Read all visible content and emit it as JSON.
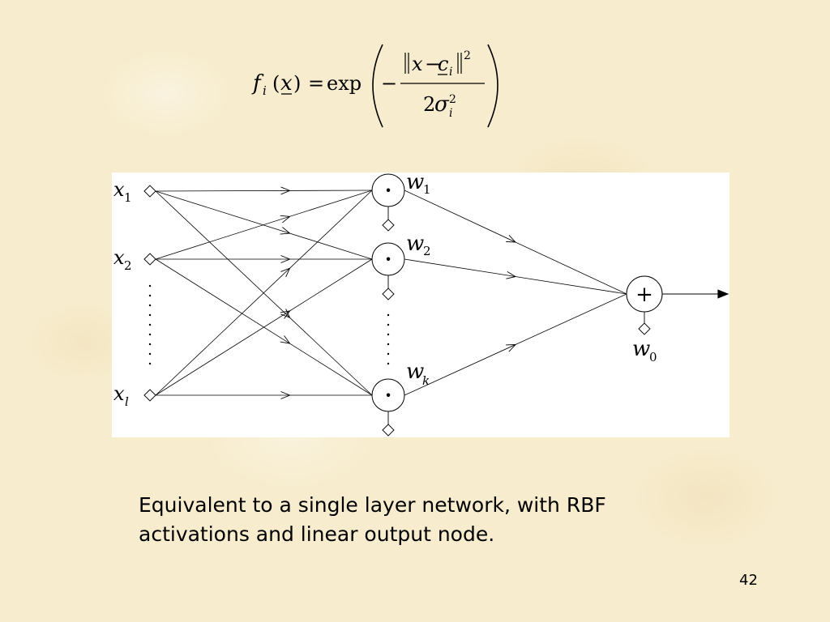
{
  "formula": {
    "lhs_f": "f",
    "lhs_sub": "i",
    "lhs_arg": "x",
    "equals": "=",
    "exp": "exp",
    "minus": "−",
    "num_var": "x",
    "num_minus": "−",
    "num_c": "c",
    "num_c_sub": "i",
    "num_power": "2",
    "den_coef": "2",
    "den_sigma": "σ",
    "den_sub": "i",
    "den_power": "2"
  },
  "network": {
    "inputs": [
      {
        "name": "x",
        "sub": "1"
      },
      {
        "name": "x",
        "sub": "2"
      },
      {
        "name": "x",
        "sub": "l"
      }
    ],
    "hidden_nodes": [
      {
        "symbol": "·",
        "weight": "w",
        "weight_sub": "1"
      },
      {
        "symbol": "·",
        "weight": "w",
        "weight_sub": "2"
      },
      {
        "symbol": "·",
        "weight": "w",
        "weight_sub": "k"
      }
    ],
    "output_node": {
      "symbol": "+",
      "bias": "w",
      "bias_sub": "0"
    }
  },
  "caption": "Equivalent to a single layer network, with RBF activations and linear output node.",
  "page_number": "42"
}
